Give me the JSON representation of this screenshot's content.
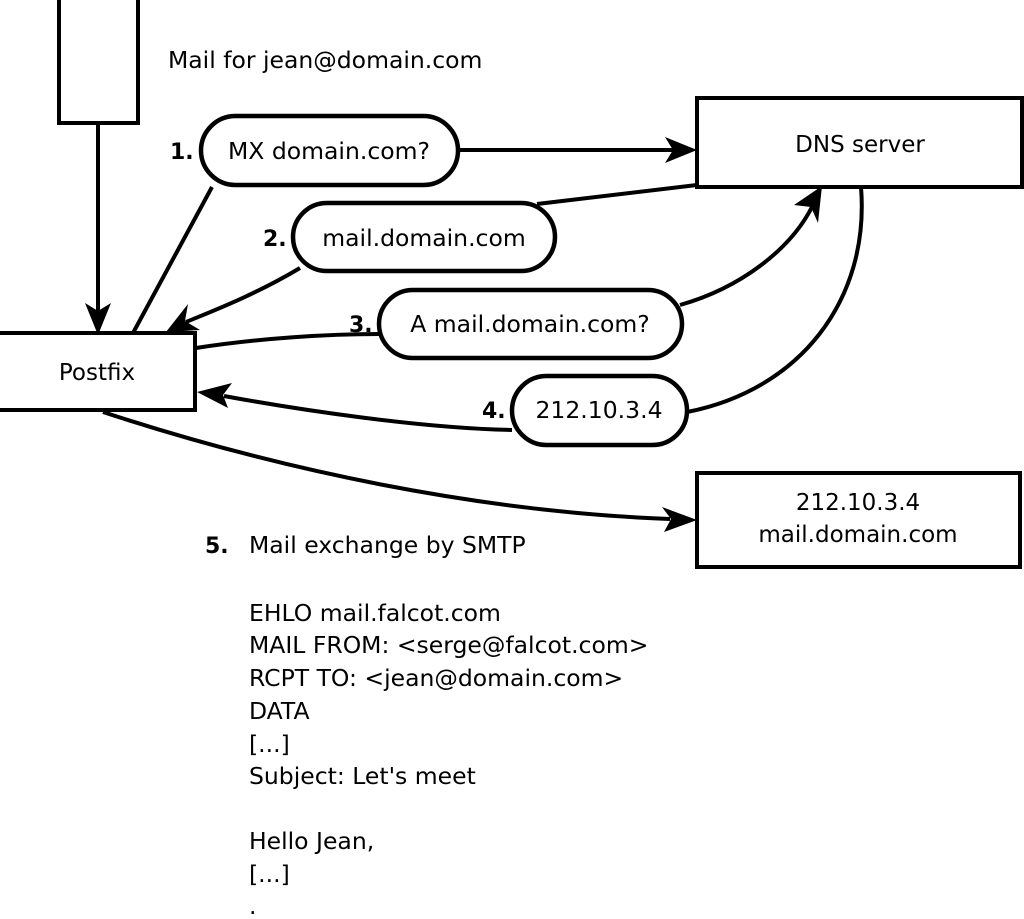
{
  "diagram": {
    "title": "Mail delivery flow: DNS lookup then SMTP exchange",
    "colors": {
      "stroke": "#000000",
      "fill": "#ffffff",
      "text": "#000000"
    },
    "caption_top": "Mail for jean@domain.com",
    "nodes": [
      {
        "id": "sender",
        "label": ""
      },
      {
        "id": "postfix",
        "label": "Postfix"
      },
      {
        "id": "dns",
        "label": "DNS server"
      },
      {
        "id": "mailserver",
        "label_line1": "212.10.3.4",
        "label_line2": "mail.domain.com"
      }
    ],
    "steps": [
      {
        "num": "1.",
        "label": "MX domain.com?"
      },
      {
        "num": "2.",
        "label": "mail.domain.com"
      },
      {
        "num": "3.",
        "label": "A mail.domain.com?"
      },
      {
        "num": "4.",
        "label": "212.10.3.4"
      }
    ],
    "step5": {
      "num": "5.",
      "label": "Mail exchange by SMTP"
    },
    "smtp_transcript": [
      "EHLO mail.falcot.com",
      "MAIL FROM: <serge@falcot.com>",
      "RCPT TO: <jean@domain.com>",
      "DATA",
      "[...]",
      "Subject: Let's meet",
      "",
      "Hello Jean,",
      "[...]",
      "."
    ]
  }
}
